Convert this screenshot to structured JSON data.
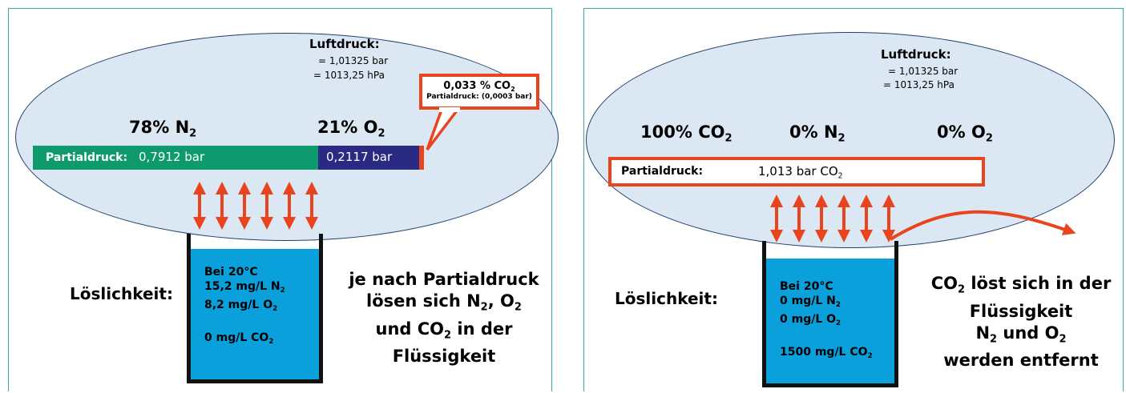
{
  "left": {
    "pressure_title": "Luftdruck:",
    "pressure_bar": "= 1,01325 bar",
    "pressure_hpa": "= 1013,25 hPa",
    "n2_pct": "78% N",
    "o2_pct": "21% O",
    "callout_main": "0,033 % CO",
    "callout_sub": "Partialdruck: (0,0003 bar)",
    "bar_label": "Partialdruck:",
    "n2_value": "0,7912 bar",
    "o2_value": "0,2117 bar",
    "solubility_label": "Löslichkeit:",
    "beaker_temp": "Bei 20°C",
    "beaker_n2": "15,2 mg/L N",
    "beaker_o2": "8,2 mg/L O",
    "beaker_co2": "0 mg/L CO",
    "side_line1": "je nach Partialdruck",
    "side_line2_a": "lösen sich N",
    "side_line2_b": ", O",
    "side_line3_a": "und CO",
    "side_line3_b": " in der",
    "side_line4": "Flüssigkeit",
    "colors": {
      "n2_bar": "#0f9a6e",
      "o2_bar": "#2b2a82",
      "accent": "#e8451f"
    }
  },
  "right": {
    "pressure_title": "Luftdruck:",
    "pressure_bar": "= 1,01325 bar",
    "pressure_hpa": "= 1013,25 hPa",
    "co2_pct": "100% CO",
    "n2_pct": "0% N",
    "o2_pct": "0% O",
    "bar_label": "Partialdruck:",
    "bar_value": "1,013 bar CO",
    "solubility_label": "Löslichkeit:",
    "beaker_temp": "Bei 20°C",
    "beaker_n2": "0 mg/L N",
    "beaker_o2": "0 mg/L O",
    "beaker_co2": "1500 mg/L CO",
    "side_line1_a": "CO",
    "side_line1_b": " löst sich in der",
    "side_line2": "Flüssigkeit",
    "side_line3_a": "N",
    "side_line3_b": " und O",
    "side_line4": "werden entfernt"
  },
  "subscript_2": "2"
}
